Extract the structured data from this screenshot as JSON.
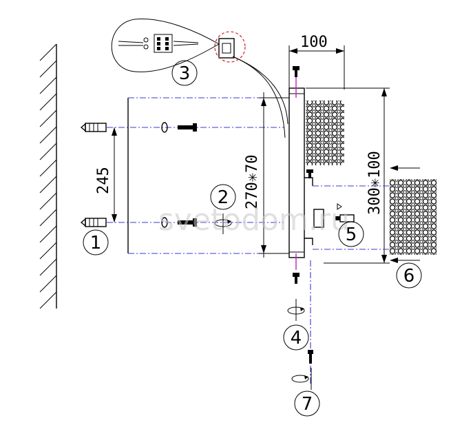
{
  "dimensions": {
    "top_width": "100",
    "shade_size": "300✳100",
    "mount_spacing": "245",
    "plate_size": "270✳70"
  },
  "steps": [
    "1",
    "2",
    "3",
    "4",
    "5",
    "6",
    "7"
  ],
  "watermark": "svetodom.ru",
  "colors": {
    "line": "#000000",
    "centerline": "#3a3ad6",
    "axis_highlight": "#c020c0",
    "detail_circle": "#d02020",
    "watermark": "#c8c8c8"
  }
}
